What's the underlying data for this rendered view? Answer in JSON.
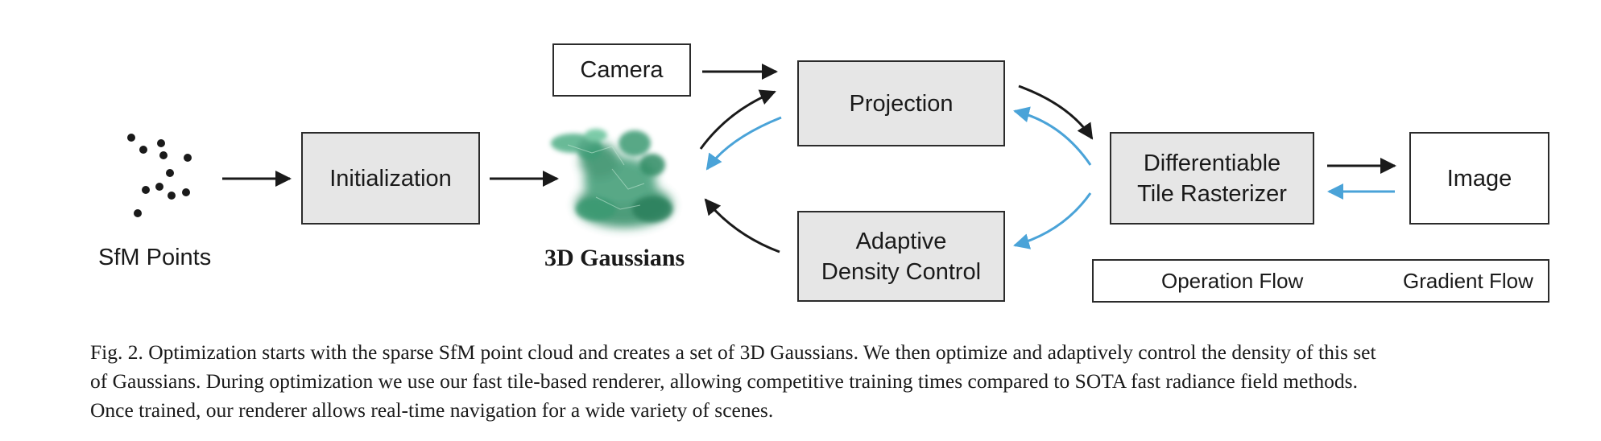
{
  "nodes": {
    "sfm_label": "SfM Points",
    "initialization": "Initialization",
    "gaussians_label": "3D Gaussians",
    "camera": "Camera",
    "projection": "Projection",
    "adaptive": "Adaptive\nDensity Control",
    "rasterizer": "Differentiable\nTile Rasterizer",
    "image": "Image"
  },
  "legend": {
    "operation": "Operation Flow",
    "gradient": "Gradient Flow"
  },
  "colors": {
    "operation_arrow": "#1a1a1a",
    "gradient_arrow": "#4aa3d8",
    "box_fill": "#e6e6e6",
    "gaussian_green": "#2e8b63"
  },
  "caption": {
    "line1": "Fig. 2.  Optimization starts with the sparse SfM point cloud and creates a set of 3D Gaussians. We then optimize and adaptively control the density of this set",
    "line2": "of Gaussians. During optimization we use our fast tile-based renderer, allowing competitive training times compared to SOTA fast radiance field methods.",
    "line3": "Once trained, our renderer allows real-time navigation for a wide variety of scenes."
  }
}
